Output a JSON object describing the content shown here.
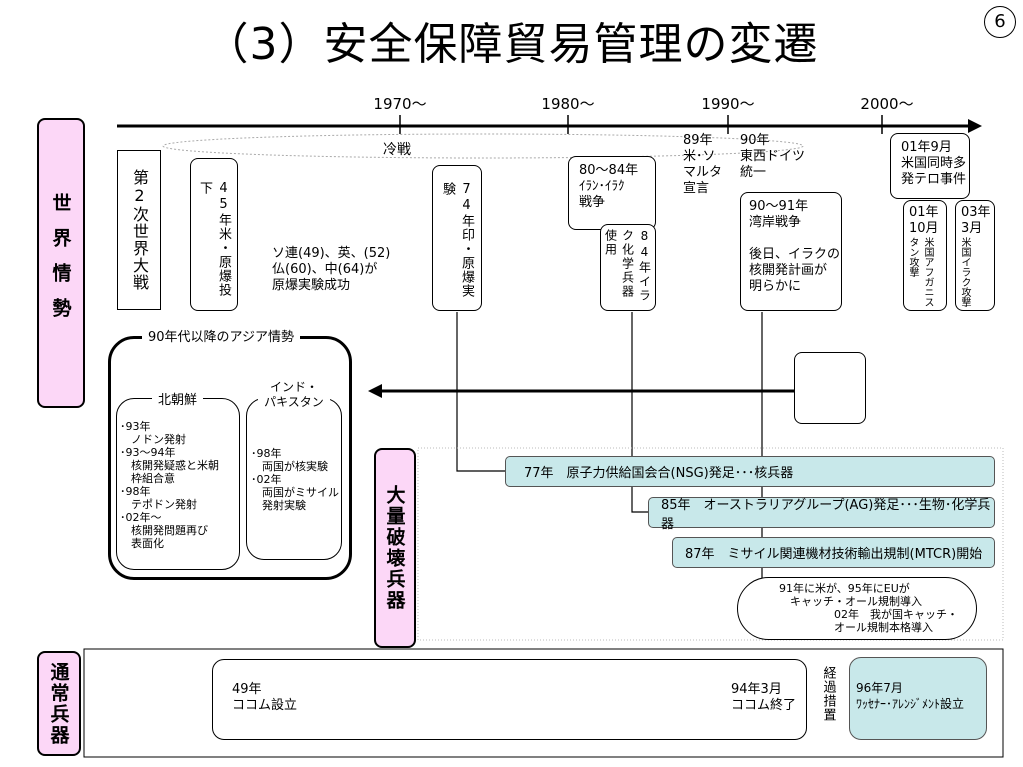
{
  "title": "（3）安全保障貿易管理の変遷",
  "page_number": "6",
  "timeline": {
    "eras": [
      "1970～",
      "1980～",
      "1990～",
      "2000～"
    ],
    "cold_war": "冷戦"
  },
  "side_labels": {
    "world": "世界情勢",
    "wmd": "大量破壊兵器",
    "conventional": "通常兵器"
  },
  "world": {
    "ww2": "第2次世界大戦",
    "atomic45": "45年米・原爆投下",
    "nuclear_tests": "ソ連(49)、英、(52)\n仏(60)、中(64)が\n原爆実験成功",
    "india74": "74年印・原爆実験",
    "iran_iraq": "80～84年\nｲﾗﾝ･ｲﾗｸ\n戦争",
    "iraq84": "84年イラク化学兵器使用",
    "soviet89": "89年\n米･ソ\nマルタ\n宣言",
    "germany90": "90年\n東西ドイツ\n統一",
    "gulf_war": "90～91年\n湾岸戦争\n\n後日、イラクの\n核開発計画が\n明らかに",
    "terror01": "01年9月\n米国同時多\n発テロ事件",
    "afghan01_date": "01年\n10月",
    "afghan01_text": "米国アフガニスタン攻撃",
    "iraq03_date": "03年\n3月",
    "iraq03_text": "米国イラク攻撃"
  },
  "asia": {
    "header": "90年代以降のアジア情勢",
    "north_korea_title": "北朝鮮",
    "north_korea_text": "･93年\n　ノドン発射\n･93～94年\n　核開発疑惑と米朝\n　枠組合意\n･98年\n　テポドン発射\n･02年～\n　核開発問題再び\n　表面化",
    "india_pak_title": "インド・\nパキスタン",
    "india_pak_text": "･98年\n　両国が核実験\n･02年\n　両国がミサイル\n　発射実験"
  },
  "wmd": {
    "nsg": "77年　原子力供給国会合(NSG)発足･･･核兵器",
    "ag": "85年　オーストラリアグループ(AG)発足･･･生物･化学兵器",
    "mtcr": "87年　ミサイル関連機材技術輸出規制(MTCR)開始",
    "catch_all": "91年に米が、95年にEUが\n　キャッチ・オール規制導入\n　　　　　02年　我が国キャッチ・\n　　　　　オール規制本格導入"
  },
  "conventional": {
    "cocom_start": "49年\nココム設立",
    "cocom_end": "94年3月\nココム終了",
    "transition": "経過措置",
    "wassenaar": "96年7月\nﾜｯｾﾅｰ･ｱﾚﾝｼﾞﾒﾝﾄ設立"
  }
}
